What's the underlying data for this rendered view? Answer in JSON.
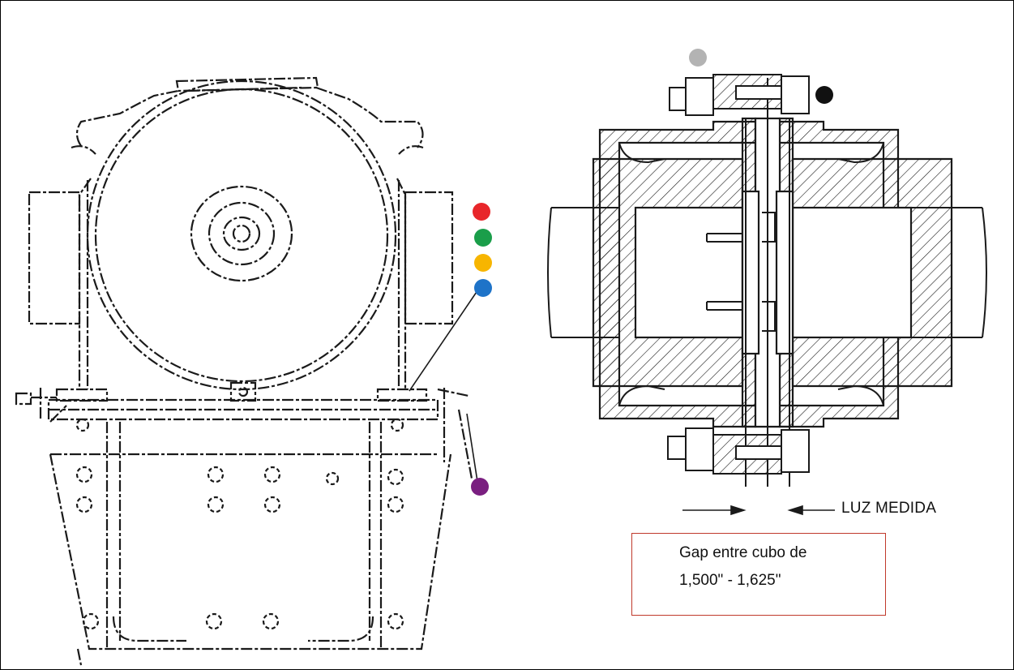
{
  "gap_label": "LUZ MEDIDA",
  "callout": {
    "line1": "Gap entre cubo de",
    "line2": "1,500\" - 1,625\""
  },
  "markers": [
    {
      "name": "red-marker",
      "color": "#e8262a"
    },
    {
      "name": "green-marker",
      "color": "#1a9e4a"
    },
    {
      "name": "yellow-marker",
      "color": "#f7b500"
    },
    {
      "name": "blue-marker",
      "color": "#1e73c8"
    },
    {
      "name": "purple-marker",
      "color": "#7a1f80"
    },
    {
      "name": "gray-marker",
      "color": "#b3b3b3"
    },
    {
      "name": "black-marker",
      "color": "#111111"
    }
  ],
  "colors": {
    "line": "#1a1a1a",
    "callout_border": "#c0392b"
  }
}
